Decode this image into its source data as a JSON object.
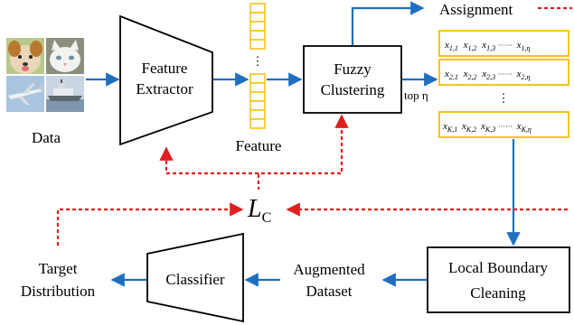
{
  "data_label": "Data",
  "feature_extractor": {
    "line1": "Feature",
    "line2": "Extractor"
  },
  "feature_label": "Feature",
  "fuzzy_clustering": {
    "line1": "Fuzzy",
    "line2": "Clustering"
  },
  "top_eta": "top η",
  "assignment": "Assignment",
  "matrix_rows": [
    [
      "x",
      "1,1",
      "x",
      "1,2",
      "x",
      "1,3",
      "······",
      "x",
      "1,η"
    ],
    [
      "x",
      "2,1",
      "x",
      "2,2",
      "x",
      "2,3",
      "······",
      "x",
      "2,η"
    ],
    [
      "x",
      "K,1",
      "x",
      "K,2",
      "x",
      "K,3",
      "······",
      "x",
      "K,η"
    ]
  ],
  "loss": {
    "symbol": "L",
    "sub": "C"
  },
  "local_boundary_cleaning": {
    "line1": "Local Boundary",
    "line2": "Cleaning"
  },
  "augmented_dataset": {
    "line1": "Augmented",
    "line2": "Dataset"
  },
  "classifier": "Classifier",
  "target_distribution": {
    "line1": "Target",
    "line2": "Distribution"
  },
  "colors": {
    "blue_arrow": "#1f6fbf",
    "red_dashed": "#e02020",
    "yellow_cell": "#f5c518"
  }
}
